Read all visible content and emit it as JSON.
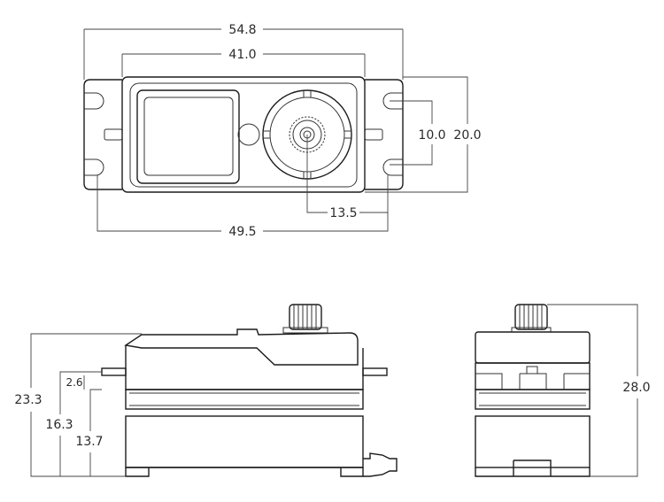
{
  "dimensions": {
    "top_overall_width": "54.8",
    "top_case_width": "41.0",
    "top_inner_height": "10.0",
    "top_overall_height": "20.0",
    "top_shaft_offset": "13.5",
    "top_hole_spacing": "49.5",
    "front_total_height": "23.3",
    "front_mount_height": "16.3",
    "front_lower_height": "13.7",
    "front_flange_thickness": "2.6",
    "side_height_with_spline": "28.0"
  }
}
